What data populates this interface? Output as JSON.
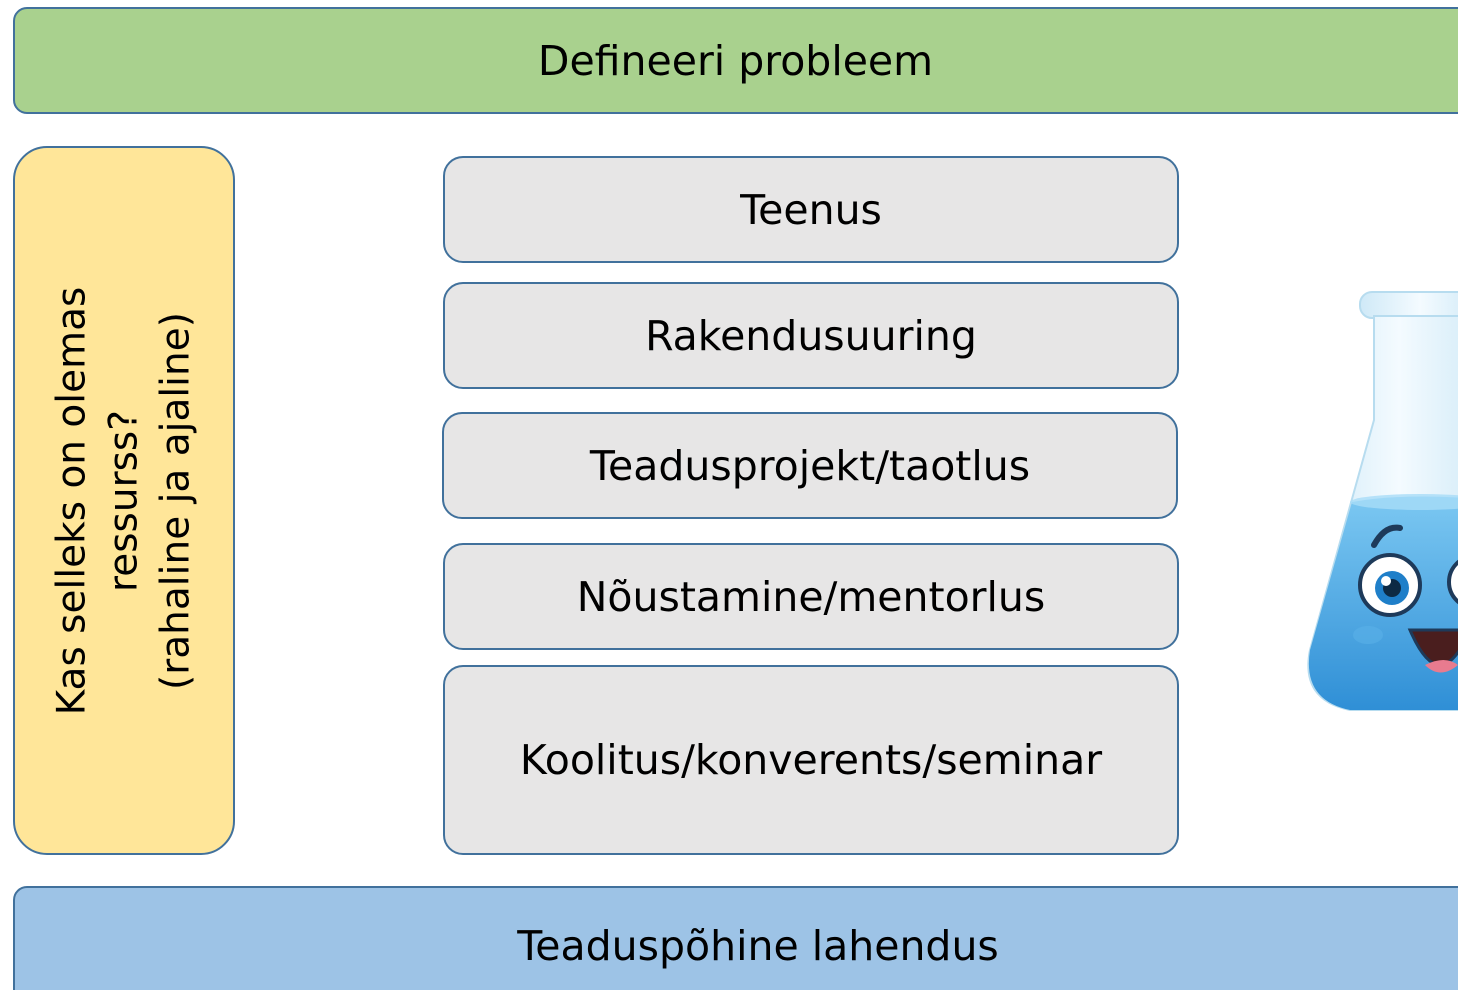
{
  "top_banner": {
    "label": "Defineeri probleem"
  },
  "resource_box": {
    "lines": [
      "Kas selleks on olemas",
      "ressurss?",
      "(rahaline ja ajaline)"
    ]
  },
  "options": [
    {
      "label": "Teenus"
    },
    {
      "label": "Rakendusuuring"
    },
    {
      "label": "Teadusprojekt/taotlus"
    },
    {
      "label": "Nõustamine/mentorlus"
    },
    {
      "label": "Koolitus/konverents/seminar"
    }
  ],
  "bottom_banner": {
    "label": "Teaduspõhine lahendus"
  },
  "illustration": {
    "icon": "smiling-flask-icon"
  },
  "colors": {
    "top_banner": "#a9d18e",
    "bottom_banner": "#9dc3e6",
    "resource_box": "#ffe699",
    "option_box": "#e7e6e6",
    "border": "#41719c",
    "flask_liquid": "#4aa8e8"
  }
}
